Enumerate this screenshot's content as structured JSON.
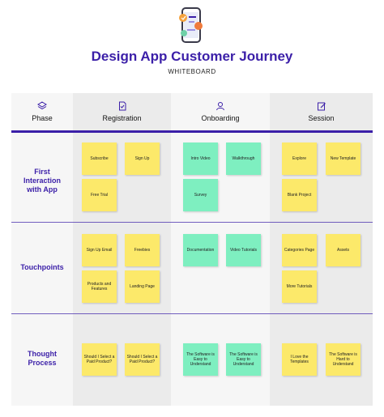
{
  "title": "Design App Customer Journey",
  "subtitle": "WHITEBOARD",
  "colors": {
    "accent": "#3b1fa8",
    "yellow_note": "#fce96a",
    "green_note": "#7eefc0",
    "col_gray": "#ebebeb",
    "col_light": "#f6f6f6"
  },
  "columns": [
    {
      "label": "Phase",
      "icon": "layers-icon"
    },
    {
      "label": "Registration",
      "icon": "document-check-icon"
    },
    {
      "label": "Onboarding",
      "icon": "user-icon"
    },
    {
      "label": "Session",
      "icon": "edit-icon"
    }
  ],
  "rows": [
    {
      "label": "First Interaction with App",
      "registration": [
        "Subscribe",
        "Sign Up",
        "Free Trial"
      ],
      "onboarding": [
        "Intro Video",
        "Walkthrough",
        "Survey"
      ],
      "session": [
        "Explore",
        "New Template",
        "Blank Project"
      ]
    },
    {
      "label": "Touchpoints",
      "registration": [
        "Sign Up Email",
        "Freebies",
        "Products and Features",
        "Landing Page"
      ],
      "onboarding": [
        "Documentation",
        "Video Tutorials"
      ],
      "session": [
        "Categories Page",
        "Assets",
        "More Tutorials"
      ]
    },
    {
      "label": "Thought Process",
      "registration": [
        "Should I Select a Paid Product?",
        "Should I Select a Paid Product?"
      ],
      "onboarding": [
        "The Software is Easy to Understand",
        "The Software is Easy to Understand"
      ],
      "session": [
        "I Love the Templates",
        "The Software is Hard to Understand"
      ]
    }
  ]
}
